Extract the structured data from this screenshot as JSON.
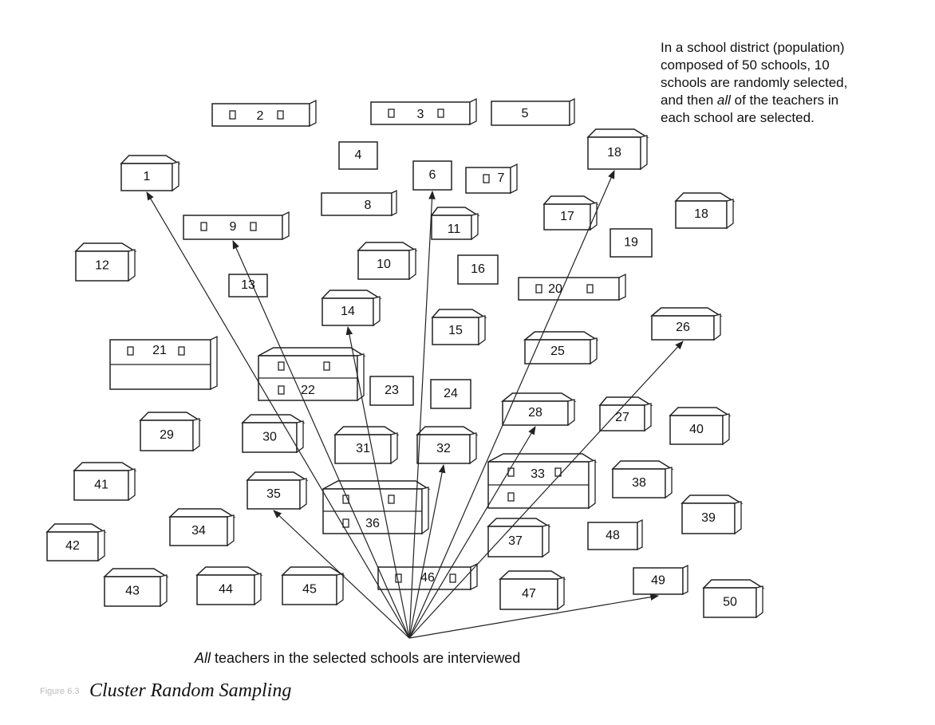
{
  "description": {
    "lines": [
      "In a school district (population)",
      "composed of 50 schools, 10",
      "schools are randomly selected,"
    ],
    "line4_prefix": "and then ",
    "line4_emph": "all",
    "line4_suffix": " of the teachers in",
    "line5": "each school are selected."
  },
  "bottom_caption": {
    "emph": "All",
    "rest": " teachers in the selected schools are interviewed"
  },
  "figure": {
    "number": "Figure 6.3",
    "title": "Cluster Random Sampling"
  },
  "schools": [
    {
      "id": "school-1",
      "label": "1"
    },
    {
      "id": "school-2",
      "label": "2"
    },
    {
      "id": "school-3",
      "label": "3"
    },
    {
      "id": "school-4",
      "label": "4"
    },
    {
      "id": "school-5",
      "label": "5"
    },
    {
      "id": "school-6",
      "label": "6"
    },
    {
      "id": "school-7",
      "label": "7"
    },
    {
      "id": "school-8",
      "label": "8"
    },
    {
      "id": "school-9",
      "label": "9"
    },
    {
      "id": "school-10",
      "label": "10"
    },
    {
      "id": "school-11",
      "label": "11"
    },
    {
      "id": "school-12",
      "label": "12"
    },
    {
      "id": "school-13",
      "label": "13"
    },
    {
      "id": "school-14",
      "label": "14"
    },
    {
      "id": "school-15",
      "label": "15"
    },
    {
      "id": "school-16",
      "label": "16"
    },
    {
      "id": "school-17",
      "label": "17"
    },
    {
      "id": "school-18-top",
      "label": "18"
    },
    {
      "id": "school-18-right",
      "label": "18"
    },
    {
      "id": "school-19",
      "label": "19"
    },
    {
      "id": "school-20",
      "label": "20"
    },
    {
      "id": "school-21",
      "label": "21"
    },
    {
      "id": "school-22",
      "label": "22"
    },
    {
      "id": "school-23",
      "label": "23"
    },
    {
      "id": "school-24",
      "label": "24"
    },
    {
      "id": "school-25",
      "label": "25"
    },
    {
      "id": "school-26",
      "label": "26"
    },
    {
      "id": "school-27",
      "label": "27"
    },
    {
      "id": "school-28",
      "label": "28"
    },
    {
      "id": "school-29",
      "label": "29"
    },
    {
      "id": "school-30",
      "label": "30"
    },
    {
      "id": "school-31",
      "label": "31"
    },
    {
      "id": "school-32",
      "label": "32"
    },
    {
      "id": "school-33",
      "label": "33"
    },
    {
      "id": "school-34",
      "label": "34"
    },
    {
      "id": "school-35",
      "label": "35"
    },
    {
      "id": "school-36",
      "label": "36"
    },
    {
      "id": "school-37",
      "label": "37"
    },
    {
      "id": "school-38",
      "label": "38"
    },
    {
      "id": "school-39",
      "label": "39"
    },
    {
      "id": "school-40",
      "label": "40"
    },
    {
      "id": "school-41",
      "label": "41"
    },
    {
      "id": "school-42",
      "label": "42"
    },
    {
      "id": "school-43",
      "label": "43"
    },
    {
      "id": "school-44",
      "label": "44"
    },
    {
      "id": "school-45",
      "label": "45"
    },
    {
      "id": "school-46",
      "label": "46"
    },
    {
      "id": "school-47",
      "label": "47"
    },
    {
      "id": "school-48",
      "label": "48"
    },
    {
      "id": "school-49",
      "label": "49"
    },
    {
      "id": "school-50",
      "label": "50"
    }
  ],
  "selected_schools": [
    "1",
    "9",
    "6",
    "14",
    "35",
    "32",
    "28",
    "26",
    "18",
    "49"
  ]
}
